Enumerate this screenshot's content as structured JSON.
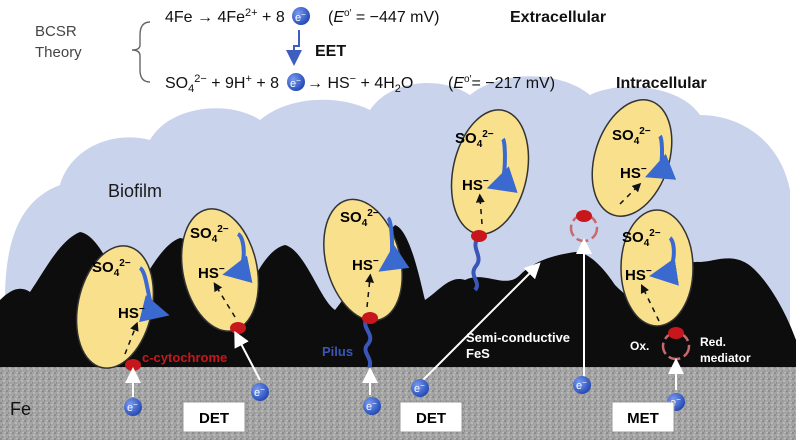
{
  "theory": {
    "label_line1": "BCSR",
    "label_line2": "Theory",
    "eq1_left": "4Fe → 4Fe",
    "eq1_sup": "2+",
    "eq1_mid": " + 8",
    "eq1_potential_open": "(",
    "eq1_potential_E": "E",
    "eq1_potential_prime": "o′",
    "eq1_potential_value": " = −447 mV)",
    "eq1_location": "Extracellular",
    "eet": "EET",
    "eq2_so4": "SO",
    "eq2_sub": "4",
    "eq2_sup": "2−",
    "eq2_mid": " + 9H",
    "eq2_hplus": "+",
    "eq2_plus8": " + 8",
    "eq2_right": " → HS",
    "eq2_minus": "−",
    "eq2_end": " + 4H",
    "eq2_h2o_sub": "2",
    "eq2_o": "O",
    "eq2_potential_open": "(",
    "eq2_potential_E": "E",
    "eq2_potential_prime": "o′",
    "eq2_potential_value": "= −217 mV)",
    "eq2_location": "Intracellular"
  },
  "electron": "e",
  "electron_sup": "−",
  "labels": {
    "biofilm": "Biofilm",
    "fe": "Fe",
    "c_cytochrome": "c-cytochrome",
    "pilus": "Pilus",
    "semi1": "Semi-conductive",
    "semi2": "FeS",
    "ox": "Ox.",
    "red1": "Red.",
    "red2": "mediator"
  },
  "mechanisms": [
    "DET",
    "DET",
    "MET"
  ],
  "cell": {
    "so4": "SO",
    "so4_sub": "4",
    "so4_sup": "2−",
    "hs": "HS",
    "hs_sup": "−"
  },
  "colors": {
    "biofilm": "#c9d3ec",
    "black_film": "#0d0d0d",
    "cell_fill": "#f8e08c",
    "cell_stroke": "#333333",
    "electron": "#2d55c5",
    "cytochrome": "#c8171c",
    "pilus": "#3a56b8",
    "substrate": "#a4a4a4"
  }
}
